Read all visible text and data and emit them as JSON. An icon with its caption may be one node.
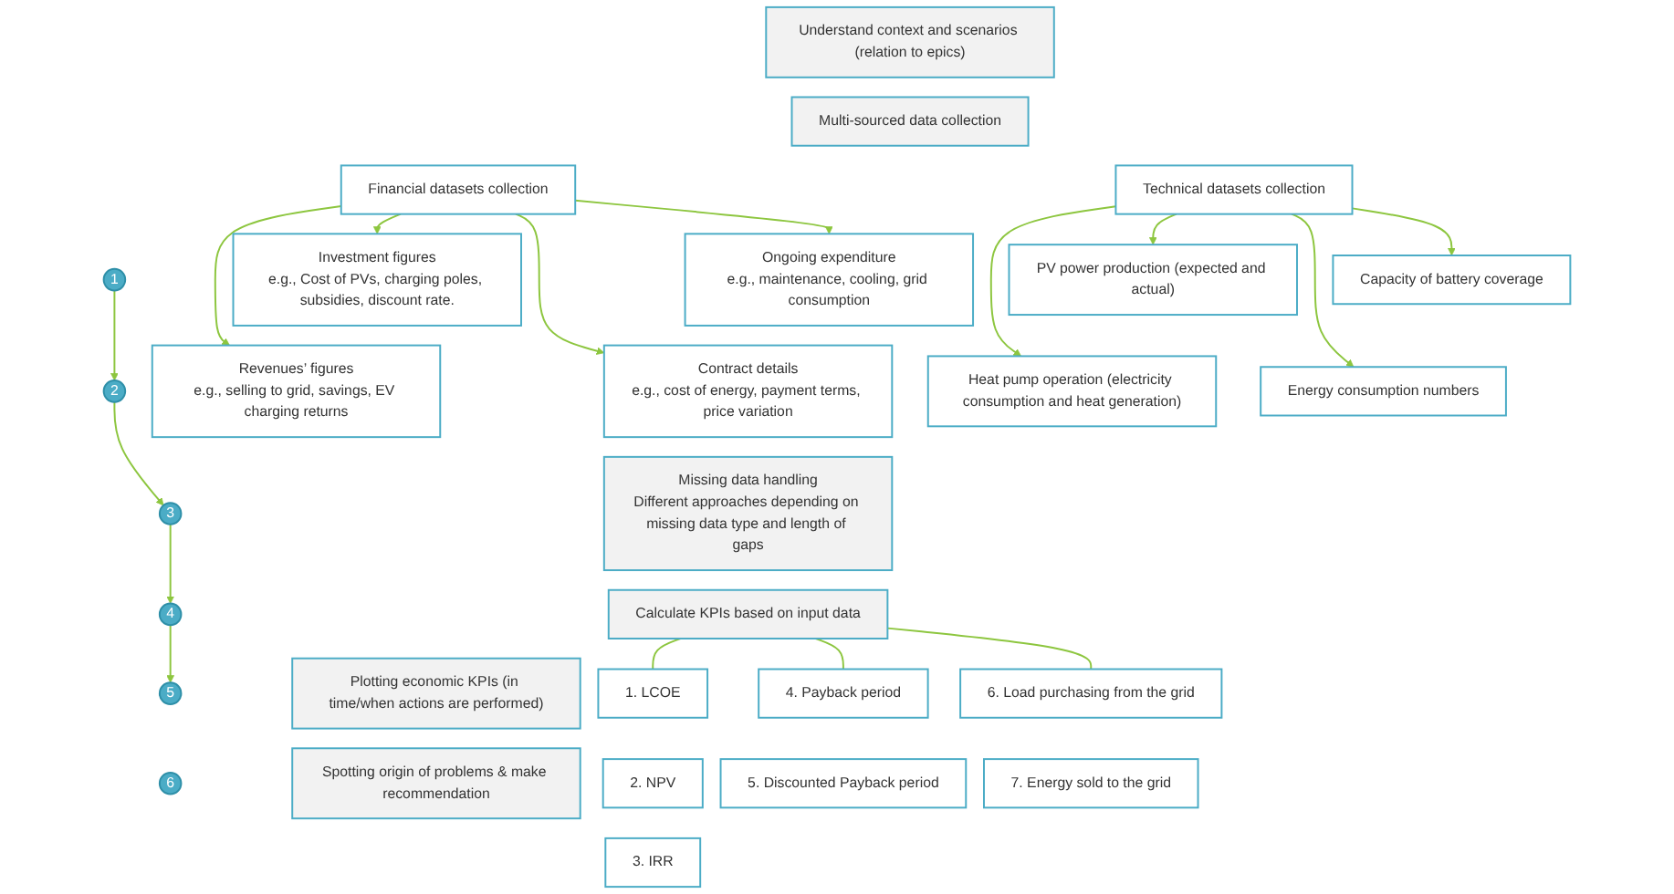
{
  "diagram": {
    "nodes": [
      {
        "text": [
          "1"
        ]
      },
      {
        "text": [
          "Understand context and scenarios (relation to epics)"
        ]
      },
      {
        "text": [
          "2"
        ]
      },
      {
        "text": [
          "Multi-sourced data collection"
        ]
      },
      {
        "text": [
          "Financial datasets collection"
        ]
      },
      {
        "text": [
          "Investment figures",
          "e.g., Cost of PVs, charging poles, subsidies, discount rate."
        ]
      },
      {
        "text": [
          "Ongoing expenditure",
          "e.g., maintenance, cooling, grid consumption"
        ]
      },
      {
        "text": [
          "Revenues’ figures",
          "e.g., selling to grid, savings, EV charging returns"
        ]
      },
      {
        "text": [
          "Contract details",
          "e.g., cost of energy, payment terms, price variation"
        ]
      },
      {
        "text": [
          "Technical datasets collection"
        ]
      },
      {
        "text": [
          "PV power production (expected and actual)"
        ]
      },
      {
        "text": [
          "Capacity of battery coverage"
        ]
      },
      {
        "text": [
          "Heat pump operation (electricity consumption and heat generation)"
        ]
      },
      {
        "text": [
          "Energy consumption numbers"
        ]
      },
      {
        "text": [
          "3"
        ]
      },
      {
        "text": [
          "Missing data handling",
          "Different approaches depending on missing data type and length of gaps"
        ]
      },
      {
        "text": [
          "4"
        ]
      },
      {
        "text": [
          "Calculate KPIs based on input data"
        ]
      },
      {
        "text": [
          "5"
        ]
      },
      {
        "text": [
          "Plotting economic KPIs (in time/when actions are performed)"
        ]
      },
      {
        "text": [
          "6"
        ]
      },
      {
        "text": [
          "Spotting origin of problems & make recommendation"
        ]
      },
      {
        "text": [
          "1. LCOE"
        ]
      },
      {
        "text": [
          "2. NPV"
        ]
      },
      {
        "text": [
          "3. IRR"
        ]
      },
      {
        "text": [
          "4. Payback period"
        ]
      },
      {
        "text": [
          "5. Discounted Payback period"
        ]
      },
      {
        "text": [
          "6. Load purchasing from the grid"
        ]
      },
      {
        "text": [
          "7. Energy sold to the grid"
        ]
      }
    ],
    "edges": [
      {
        "from": 0,
        "to": 2,
        "arrow": "to"
      },
      {
        "from": 2,
        "to": 14,
        "arrow": "to"
      },
      {
        "from": 14,
        "to": 16,
        "arrow": "to"
      },
      {
        "from": 16,
        "to": 18,
        "arrow": "to"
      },
      {
        "from": 4,
        "to": 5,
        "arrow": "to"
      },
      {
        "from": 4,
        "to": 6,
        "arrow": "to"
      },
      {
        "from": 4,
        "to": 7,
        "arrow": "to"
      },
      {
        "from": 4,
        "to": 8,
        "arrow": "to"
      },
      {
        "from": 9,
        "to": 10,
        "arrow": "to"
      },
      {
        "from": 9,
        "to": 11,
        "arrow": "to"
      },
      {
        "from": 9,
        "to": 12,
        "arrow": "to"
      },
      {
        "from": 9,
        "to": 13,
        "arrow": "to"
      },
      {
        "from": 17,
        "to": 22,
        "arrow": "none"
      },
      {
        "from": 17,
        "to": 25,
        "arrow": "none"
      },
      {
        "from": 17,
        "to": 27,
        "arrow": "none"
      }
    ]
  }
}
